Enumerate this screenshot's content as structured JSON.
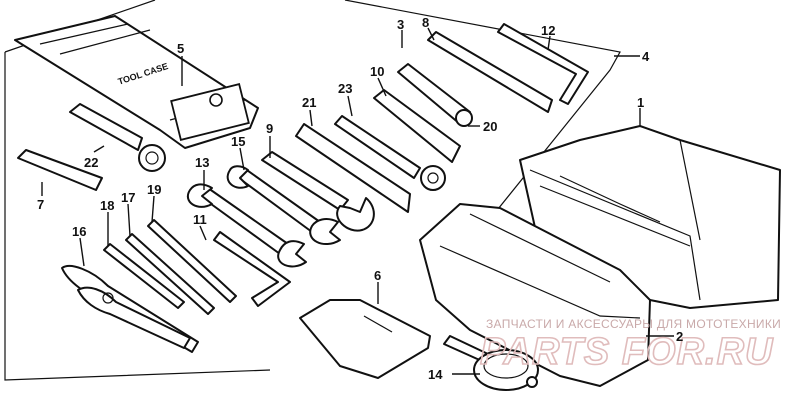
{
  "labels": [
    "1",
    "2",
    "3",
    "4",
    "5",
    "6",
    "7",
    "8",
    "9",
    "10",
    "11",
    "12",
    "13",
    "14",
    "15",
    "16",
    "17",
    "18",
    "19",
    "20",
    "21",
    "22",
    "23"
  ],
  "tool_case_print": "TOOL CASE",
  "watermark": {
    "text": "ЗАПЧАСТИ И АКСЕССУАРЫ ДЛЯ МОТОТЕХНИКИ",
    "logo": "PARTS FOR.RU"
  },
  "colors": {
    "ink": "#111111",
    "watermark": "#d9b3b3",
    "background": "#ffffff"
  }
}
